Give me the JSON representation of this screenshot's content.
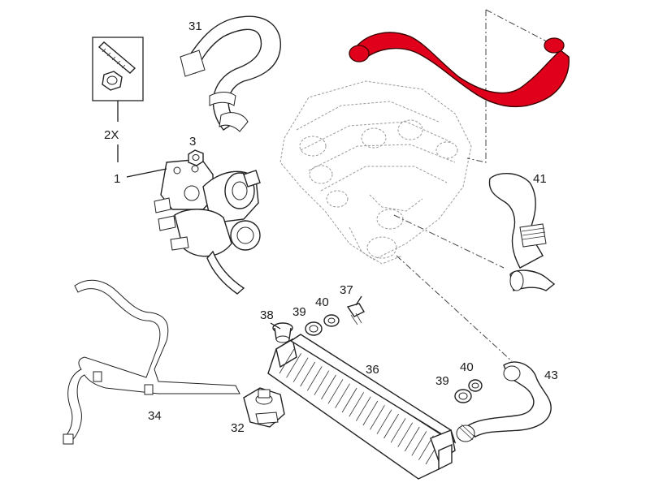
{
  "diagram": {
    "highlight_color": "#e0001b",
    "line_color": "#1a1a1a",
    "callouts": {
      "c1": "1",
      "c2x": "2X",
      "c3": "3",
      "c31": "31",
      "c32": "32",
      "c34": "34",
      "c36": "36",
      "c37": "37",
      "c38": "38",
      "c39a": "39",
      "c39b": "39",
      "c40a": "40",
      "c40b": "40",
      "c41": "41",
      "c43": "43"
    }
  }
}
